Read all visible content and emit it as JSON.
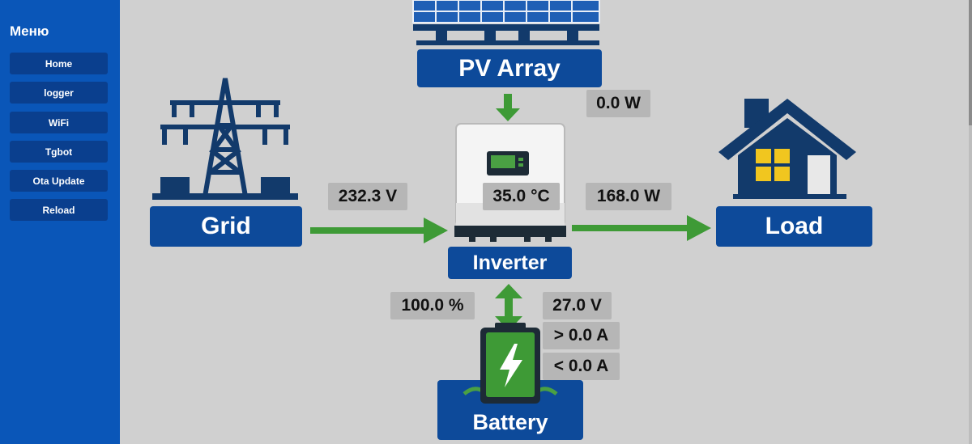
{
  "sidebar": {
    "title": "Меню",
    "items": [
      {
        "label": "Home"
      },
      {
        "label": "logger"
      },
      {
        "label": "WiFi"
      },
      {
        "label": "Tgbot"
      },
      {
        "label": "Ota Update"
      },
      {
        "label": "Reload"
      }
    ]
  },
  "diagram": {
    "labels": {
      "pv_array": "PV Array",
      "grid": "Grid",
      "inverter": "Inverter",
      "load": "Load",
      "battery": "Battery"
    },
    "values": {
      "pv_power": "0.0 W",
      "grid_voltage": "232.3 V",
      "inverter_temp": "35.0 °C",
      "load_power": "168.0 W",
      "battery_soc": "100.0 %",
      "battery_voltage": "27.0 V",
      "battery_charge_current": "> 0.0 A",
      "battery_discharge_current": "< 0.0 A"
    },
    "colors": {
      "label_bg": "#0d4a9a",
      "arrow_green": "#3e9a36",
      "icon_navy": "#123a6b",
      "value_bg": "#b6b6b6"
    }
  }
}
